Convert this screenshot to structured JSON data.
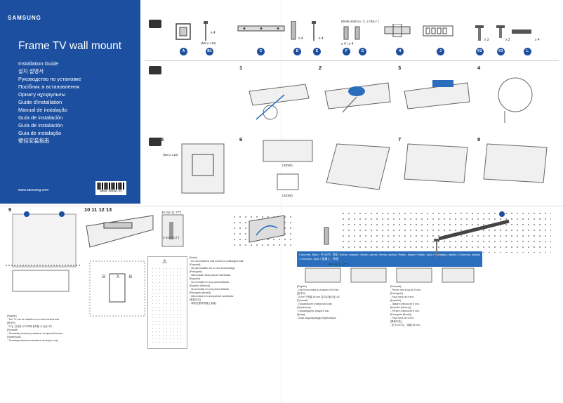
{
  "cover": {
    "brand": "SAMSUNG",
    "title": "Frame TV wall mount",
    "subtitles": [
      "Installation Guide",
      "설치 설명서",
      "Руководство по установке",
      "Посібник зі встановлення",
      "Орнату нұсқаулығы",
      "Guide d'installation",
      "Manual de instalação",
      "Guía de instalación",
      "Guía de instalación",
      "Guia de instalação",
      "壁挂安装指南"
    ],
    "website": "www.samsung.com",
    "barcode_text": "BN68-XXXXA-XX"
  },
  "parts": {
    "model_note": "BN96-45601A, C, ( ONLY )",
    "items": [
      {
        "badge": "A",
        "qty": ""
      },
      {
        "badge": "B1",
        "qty": "x 4"
      },
      {
        "badge": "C",
        "qty": ""
      },
      {
        "badge": "D",
        "qty": "x 4"
      },
      {
        "badge": "E",
        "qty": "x 4"
      },
      {
        "badge": "F",
        "qty": "x 4 / x 4"
      },
      {
        "badge": "G",
        "qty": ""
      },
      {
        "badge": "H",
        "qty": ""
      },
      {
        "badge": "J",
        "qty": ""
      },
      {
        "badge": "K2",
        "qty": "x 2"
      },
      {
        "badge": "K3",
        "qty": "x 2"
      },
      {
        "badge": "L",
        "qty": "x 4"
      }
    ],
    "b1_note": "(M8 x L18)"
  },
  "steps": {
    "row1": [
      "1",
      "2",
      "3",
      "4"
    ],
    "row2": [
      "5",
      "6",
      "7",
      "8"
    ],
    "row3": [
      "9",
      "10 11 12 13"
    ]
  },
  "annotations": {
    "step5_note": "(M8 x L18)",
    "step6_label_a": "LED(B)",
    "step6_label_b": "LED(B)",
    "step10_dim": "45 mm (1.77\")",
    "step10_dim2": "5 mm (0.2\")",
    "step14_dim": "45 mm (1.77\")",
    "letters_ab": [
      "B",
      "A",
      "B"
    ],
    "warning_sign": "⚠"
  },
  "table": {
    "header": "Concrete, Brick / 콘크리트, 벽돌 / Бетон, кирпич / Бетон, цегла / Бетон, кірпіш / Béton, brique / Betão, tijolo / Hormigón, ladrillo / Concreto, ladrillo / Concreto, tijolo / 混凝土，砖墙"
  },
  "text_left": [
    "[English]",
    "- The TV can be installed on a solid vertical wall.",
    "[한국어]",
    "- TV는 단단한 수직 벽에 설치할 수 있습니다.",
    "[Русский]",
    "- Телевизор можно установить на прочной стене.",
    "[Українська]",
    "- Телевізор можна встановити на міцну стіну."
  ],
  "text_mid": [
    "[Notes]",
    "- Do not install the wall mount on a damaged wall.",
    "[Français]",
    "- Ne pas installer sur un mur endommagé.",
    "[Português]",
    "- Não instale numa parede danificada.",
    "[Español]",
    "- No lo instale en una pared dañada.",
    "[Español (Mexico)]",
    "- No la instale en una pared dañada.",
    "[Português (Brasil)]",
    "- Não instale em uma parede danificada.",
    "[简体中文]",
    "- 请勿在损坏的墙上安装。"
  ],
  "text_right_a": [
    "[English]",
    "- Drill 5 mm holes to a depth of 45 mm.",
    "[한국어]",
    "- 5 mm 구멍을 45 mm 깊이로 뚫으십시오.",
    "[Русский]",
    "- Просверлите отверстия 5 мм.",
    "[Українська]",
    "- Просвердліть отвори 5 мм.",
    "[Қазақ]",
    "- 5 мм саңылауларды бұрғылаңыз."
  ],
  "text_right_b": [
    "[Français]",
    "- Percez des trous de 5 mm.",
    "[Português]",
    "- Faça furos de 5 mm.",
    "[Español]",
    "- Taladre orificios de 5 mm.",
    "[Español (Mexico)]",
    "- Perfore orificios de 5 mm.",
    "[Português (Brasil)]",
    "- Faça furos de 5 mm.",
    "[简体中文]",
    "- 钻 5 mm 孔，深度 45 mm。"
  ],
  "colors": {
    "brand_blue": "#1c4fa0",
    "table_blue": "#2a6ebd"
  }
}
